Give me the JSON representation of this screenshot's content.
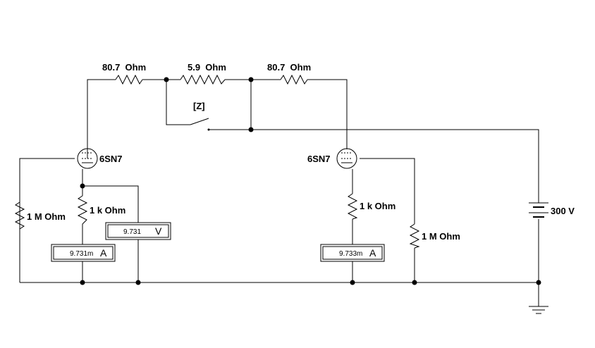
{
  "resistors": {
    "r_top_left": "80.7  Ohm",
    "r_top_mid": "5.9  Ohm",
    "r_top_right": "80.7  Ohm",
    "r_grid_left": "1 M Ohm",
    "r_cathode_left": "1 k Ohm",
    "r_cathode_right": "1 k Ohm",
    "r_grid_right": "1 M Ohm"
  },
  "switch": {
    "key": "[Z]"
  },
  "tubes": {
    "left": "6SN7",
    "right": "6SN7"
  },
  "battery": {
    "label": "300 V"
  },
  "meters": {
    "voltmeter_left": {
      "value": "9.731",
      "unit": "V"
    },
    "ammeter_left": {
      "value": "9.731m",
      "unit": "A"
    },
    "ammeter_right": {
      "value": "9.733m",
      "unit": "A"
    }
  }
}
